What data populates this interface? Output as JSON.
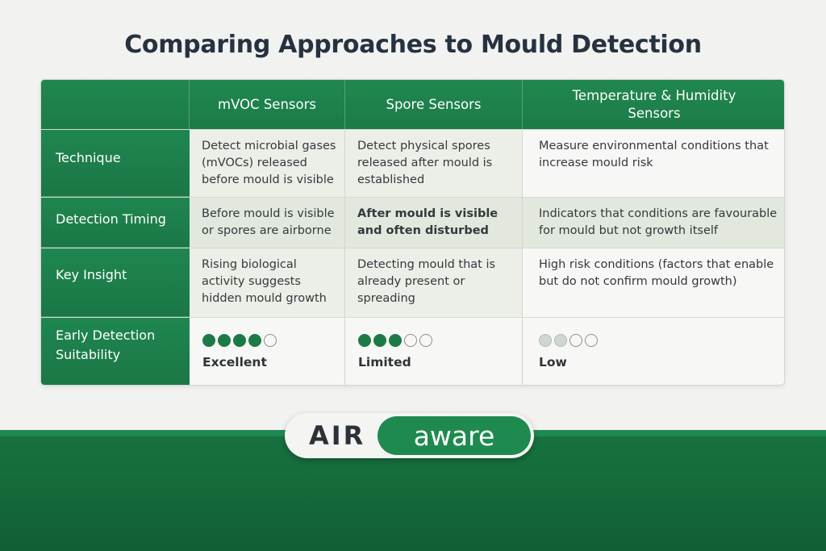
{
  "title": "Comparing Approaches to Mould Detection",
  "columns": [
    "",
    "mVOC Sensors",
    "Spore Sensors",
    "Temperature & Humidity\nSensors"
  ],
  "rows": [
    {
      "label": "Technique",
      "cells": [
        "Detect microbial gases (mVOCs) released before mould is visible",
        "Detect physical spores released after mould is established",
        "Measure environmental conditions that increase mould risk"
      ]
    },
    {
      "label": "Detection Timing",
      "cells": [
        "Before mould is visible or spores are airborne",
        "After mould is visible and often disturbed",
        "Indicators that conditions are favourable for mould but not growth itself"
      ]
    },
    {
      "label": "Key Insight",
      "cells": [
        "Rising biological activity suggests hidden mould growth",
        "Detecting mould that is already present or spreading",
        "High risk conditions (factors that enable but do not confirm mould growth)"
      ]
    },
    {
      "label": "Early Detection Suitability",
      "ratings": [
        {
          "filled": 4,
          "max": 5,
          "label": "Excellent"
        },
        {
          "filled": 3,
          "max": 5,
          "label": "Limited"
        },
        {
          "filled": 2,
          "max": 4,
          "label": "Low",
          "faint": true
        }
      ]
    }
  ],
  "logo": {
    "left": "AIR",
    "right": "aware"
  },
  "colors": {
    "brand_green": "#1d7a47",
    "dark_band": "#115f35"
  }
}
